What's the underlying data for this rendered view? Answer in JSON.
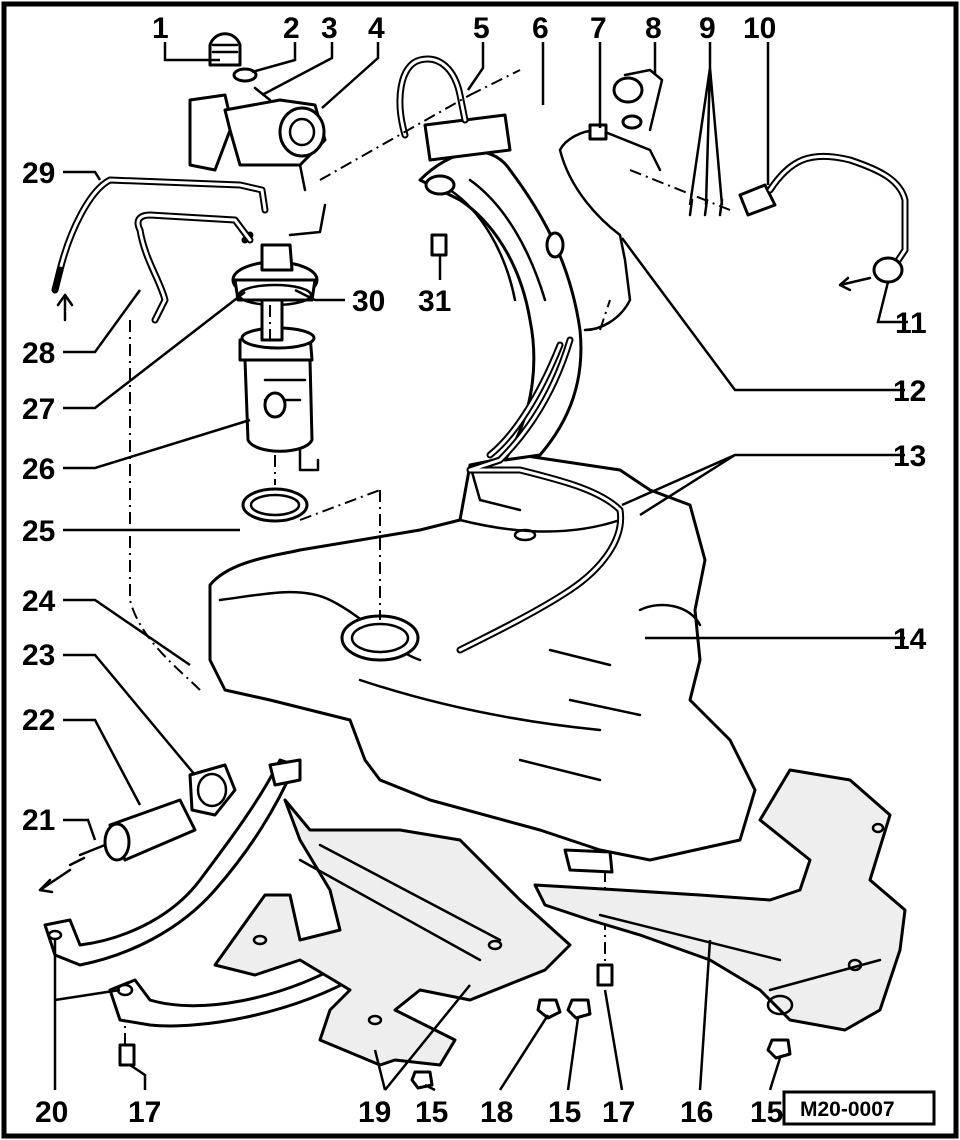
{
  "reference_code": "M20-0007",
  "callouts": [
    "1",
    "2",
    "3",
    "4",
    "5",
    "6",
    "7",
    "8",
    "9",
    "10",
    "11",
    "12",
    "13",
    "14",
    "15",
    "16",
    "17",
    "18",
    "19",
    "20",
    "21",
    "22",
    "23",
    "24",
    "25",
    "26",
    "27",
    "28",
    "29",
    "30",
    "31"
  ]
}
